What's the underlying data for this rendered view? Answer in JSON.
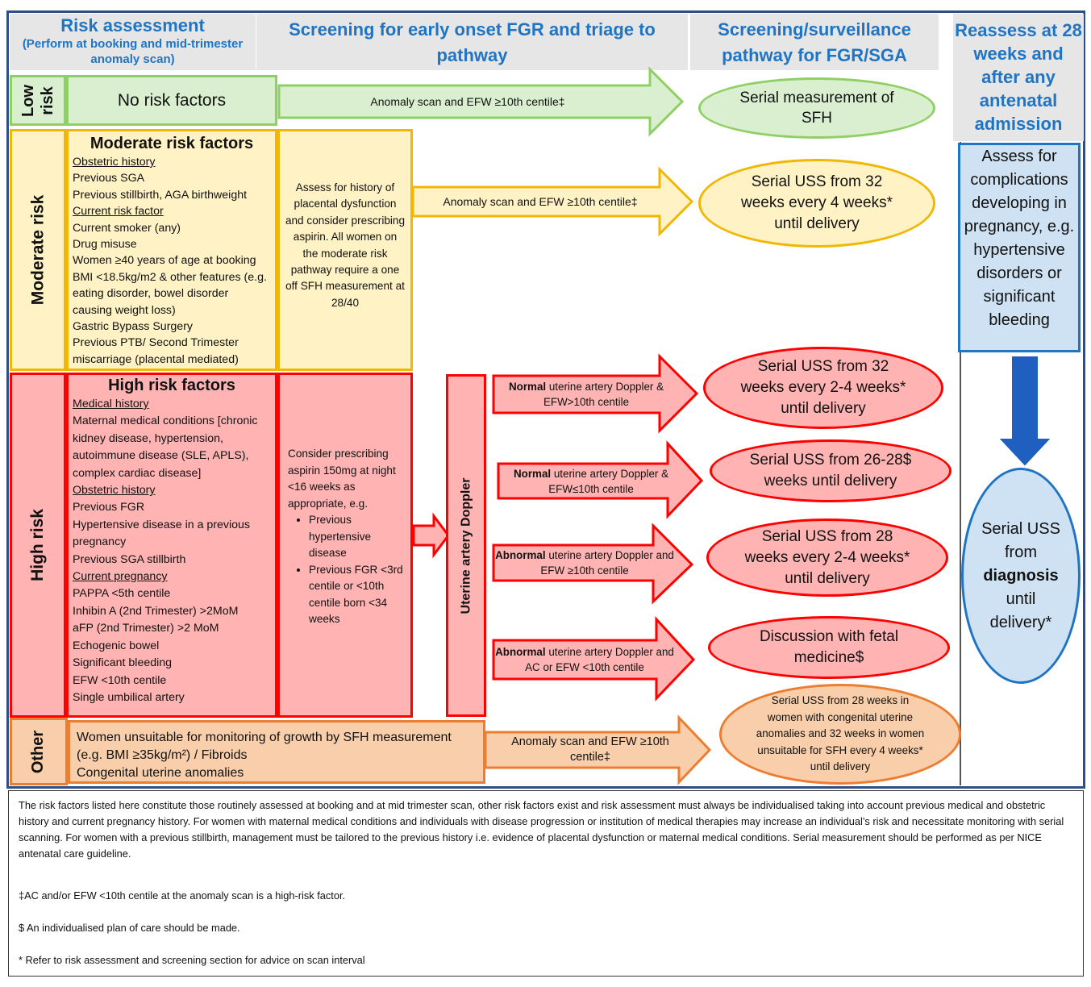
{
  "headers": {
    "risk_assessment": "Risk assessment",
    "risk_assessment_sub": "(Perform at booking and mid-trimester anomaly scan)",
    "screening_triage": "Screening for early onset FGR and triage to pathway",
    "surveillance": "Screening/surveillance pathway for FGR/SGA",
    "reassess": "Reassess at 28 weeks and after any antenatal admission"
  },
  "low": {
    "side": "Low risk",
    "main": "No risk factors",
    "arrow": "Anomaly scan and EFW ≥10th centile‡",
    "outcome": "Serial measurement of SFH"
  },
  "moderate": {
    "side": "Moderate risk",
    "title": "Moderate risk factors",
    "obstetric_heading": "Obstetric history",
    "obstetric": [
      "Previous SGA",
      "Previous stillbirth, AGA birthweight"
    ],
    "current_heading": "Current risk factor",
    "current": [
      "Current smoker (any)",
      "Drug misuse",
      "Women ≥40 years of age at booking",
      "BMI <18.5kg/m2 & other features (e.g. eating disorder, bowel disorder causing weight loss)",
      "Gastric Bypass Surgery",
      "Previous PTB/ Second Trimester miscarriage (placental mediated)"
    ],
    "note": "Assess for history of placental dysfunction and consider prescribing aspirin. All women on the moderate risk pathway require a one off SFH measurement at 28/40",
    "arrow": "Anomaly scan and EFW ≥10th centile‡",
    "outcome": "Serial USS from 32 weeks every 4 weeks* until delivery"
  },
  "high": {
    "side": "High risk",
    "title": "High risk factors",
    "medical_heading": "Medical history",
    "medical": "Maternal medical conditions [chronic kidney disease, hypertension, autoimmune disease (SLE, APLS), complex cardiac disease]",
    "obstetric_heading": "Obstetric history",
    "obstetric": [
      "Previous FGR",
      "Hypertensive disease in a previous pregnancy",
      "Previous SGA stillbirth"
    ],
    "current_heading": "Current pregnancy",
    "current": [
      "PAPPA <5th centile",
      "Inhibin A (2nd Trimester) >2MoM",
      "aFP (2nd Trimester) >2 MoM",
      "Echogenic bowel",
      "Significant bleeding",
      "EFW <10th centile",
      "Single umbilical artery"
    ],
    "note_intro": "Consider prescribing aspirin 150mg at night <16 weeks as appropriate, e.g.",
    "note_bullets": [
      "Previous hypertensive disease",
      "Previous FGR <3rd centile or <10th centile born <34 weeks"
    ],
    "doppler": "Uterine artery Doppler",
    "branches": [
      {
        "bold": "Normal",
        "rest": " uterine artery Doppler & EFW>10th centile",
        "outcome": "Serial USS from 32 weeks  every 2-4 weeks* until delivery"
      },
      {
        "bold": "Normal",
        "rest": " uterine artery Doppler & EFW≤10th centile",
        "outcome": "Serial USS from 26-28$ weeks until delivery"
      },
      {
        "bold": "Abnormal",
        "rest": " uterine artery Doppler and EFW ≥10th centile",
        "outcome": "Serial USS from 28 weeks every 2-4 weeks* until delivery"
      },
      {
        "bold": "Abnormal",
        "rest": " uterine artery Doppler and AC or EFW <10th centile",
        "outcome": "Discussion with fetal medicine$"
      }
    ]
  },
  "other": {
    "side": "Other",
    "lines": [
      "Women unsuitable for monitoring of growth by SFH measurement (e.g. BMI ≥35kg/m²) / Fibroids",
      "Congenital uterine anomalies"
    ],
    "arrow": "Anomaly scan and EFW ≥10th centile‡",
    "outcome": "Serial USS from 28 weeks in women with congenital uterine anomalies and 32 weeks in women unsuitable for SFH every 4 weeks* until delivery"
  },
  "reassess": {
    "assess": "Assess for complications developing in pregnancy, e.g. hypertensive disorders or significant bleeding",
    "diagnosis_pre": "Serial USS from",
    "diagnosis_bold": "diagnosis",
    "diagnosis_post": "until delivery*"
  },
  "footer": {
    "main": "The risk factors listed here constitute those routinely assessed at booking and at mid trimester scan, other risk factors exist and risk assessment must always be individualised taking into account previous medical and obstetric history and current pregnancy history. For women with maternal medical conditions and individuals with disease progression or institution of medical therapies may increase an individual’s risk and necessitate monitoring with serial scanning. For women with a previous stillbirth, management must be tailored to the previous history i.e. evidence of placental dysfunction or maternal medical conditions. Serial measurement should be performed as per NICE antenatal care guideline.",
    "note1": "‡AC and/or EFW <10th centile at the anomaly scan is a high-risk factor.",
    "note2": "$ An individualised plan of care should be made.",
    "note3": "* Refer to risk assessment and screening section for advice on scan interval"
  },
  "colors": {
    "header_blue": "#1f74c4",
    "low_fill": "#d9efcf",
    "low_stroke": "#8fd064",
    "moderate_fill": "#fff2c5",
    "moderate_stroke": "#f2b705",
    "high_fill": "#ffb3b3",
    "high_stroke": "#ff0000",
    "other_fill": "#f8cfaa",
    "other_stroke": "#ed7d31",
    "reassess_fill": "#cfe2f3",
    "reassess_stroke": "#1f74c4"
  }
}
